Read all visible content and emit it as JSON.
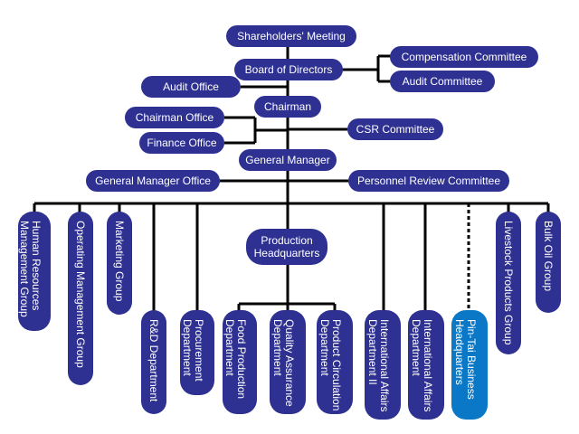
{
  "colors": {
    "node": "#2e3191",
    "highlight": "#0a78c6",
    "line": "#000000",
    "text": "#ffffff"
  },
  "top": {
    "shareholders": "Shareholders' Meeting",
    "board": "Board of Directors",
    "compensation": "Compensation Committee",
    "audit_committee": "Audit Committee",
    "audit_office": "Audit Office",
    "chairman": "Chairman",
    "chairman_office": "Chairman Office",
    "finance_office": "Finance Office",
    "csr": "CSR Committee",
    "general_manager": "General Manager",
    "gm_office": "General Manager Office",
    "personnel_review": "Personnel Review Committee"
  },
  "units": {
    "hr": "Human Resources\nManagement Group",
    "operating": "Operating Management Group",
    "marketing": "Marketing Group",
    "rd": "R&D Department",
    "procurement": "Procurement\nDepartment",
    "production_hq": "Production\nHeadquarters",
    "food_production": "Food Production\nDepartment",
    "quality_assurance": "Quality Assurance\nDepartment",
    "product_circulation": "Product Circulation\nDepartment",
    "intl_affairs_2": "International Affairs\nDepartment II",
    "intl_affairs": "International Affairs\nDepartment",
    "pintai": "Pin-Tai Business\nHeadquarters",
    "livestock": "Livestock Products Group",
    "bulk_oil": "Bulk Oil Group"
  }
}
